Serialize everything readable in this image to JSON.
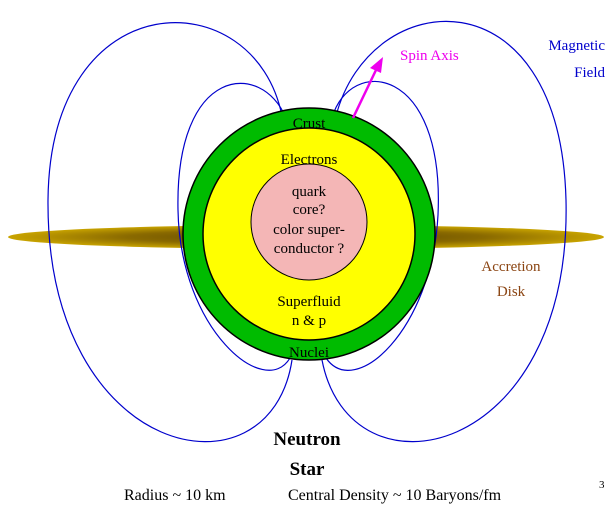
{
  "labels": {
    "crust": "Crust",
    "electrons": "Electrons",
    "core_line1": "quark",
    "core_line2": "core?",
    "core_line3": "color super-",
    "core_line4": "conductor ?",
    "superfluid_line1": "Superfluid",
    "superfluid_line2": "n & p",
    "nuclei": "Nuclei",
    "spin_axis": "Spin Axis",
    "magnetic_line1": "Magnetic",
    "magnetic_line2": "Field",
    "accretion_line1": "Accretion",
    "accretion_line2": "Disk",
    "title_line1": "Neutron",
    "title_line2": "Star",
    "caption_radius": "Radius ~ 10 km",
    "caption_density": "Central Density ~ 10 Baryons/fm",
    "caption_density_exp": "3"
  },
  "colors": {
    "crust": "#00bb00",
    "electrons": "#ffff00",
    "core": "#f4b6b6",
    "disk": "#8a6a00",
    "field_lines": "#0000cc",
    "spin_axis": "#ee00ee",
    "accretion_text": "#8b4513",
    "magnetic_text": "#0000cc"
  }
}
